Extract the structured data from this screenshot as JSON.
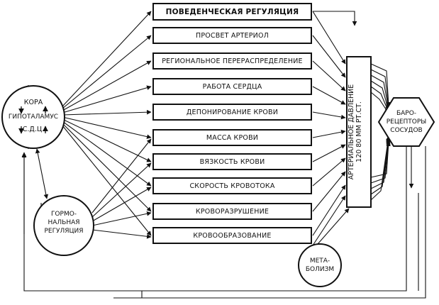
{
  "center": {
    "line1": "КОРА",
    "line2": "ГИПОТАЛАМУС",
    "line3": "С.Д.Ц."
  },
  "hormonal": {
    "line1": "ГОРМО-",
    "line2": "НАЛЬНАЯ",
    "line3": "РЕГУЛЯЦИЯ"
  },
  "metabolism": {
    "line1": "МЕТА-",
    "line2": "БОЛИЗМ"
  },
  "baroreceptors": {
    "line1": "БАРО-",
    "line2": "РЕЦЕПТОРЫ",
    "line3": "СОСУДОВ"
  },
  "pressure": {
    "line1": "АРТЕРИАЛЬНОЕ ДАВЛЕНИЕ",
    "line2": "120 80 ММ РТ.СТ."
  },
  "factors": [
    "ПОВЕДЕНЧЕСКАЯ РЕГУЛЯЦИЯ",
    "ПРОСВЕТ АРТЕРИОЛ",
    "РЕГИОНАЛЬНОЕ ПЕРЕРАСПРЕДЕЛЕНИЕ",
    "РАБОТА СЕРДЦА",
    "ДЕПОНИРОВАНИЕ КРОВИ",
    "МАССА КРОВИ",
    "ВЯЗКОСТЬ КРОВИ",
    "СКОРОСТЬ КРОВОТОКА",
    "КРОВОРАЗРУШЕНИЕ",
    "КРОВООБРАЗОВАНИЕ"
  ]
}
